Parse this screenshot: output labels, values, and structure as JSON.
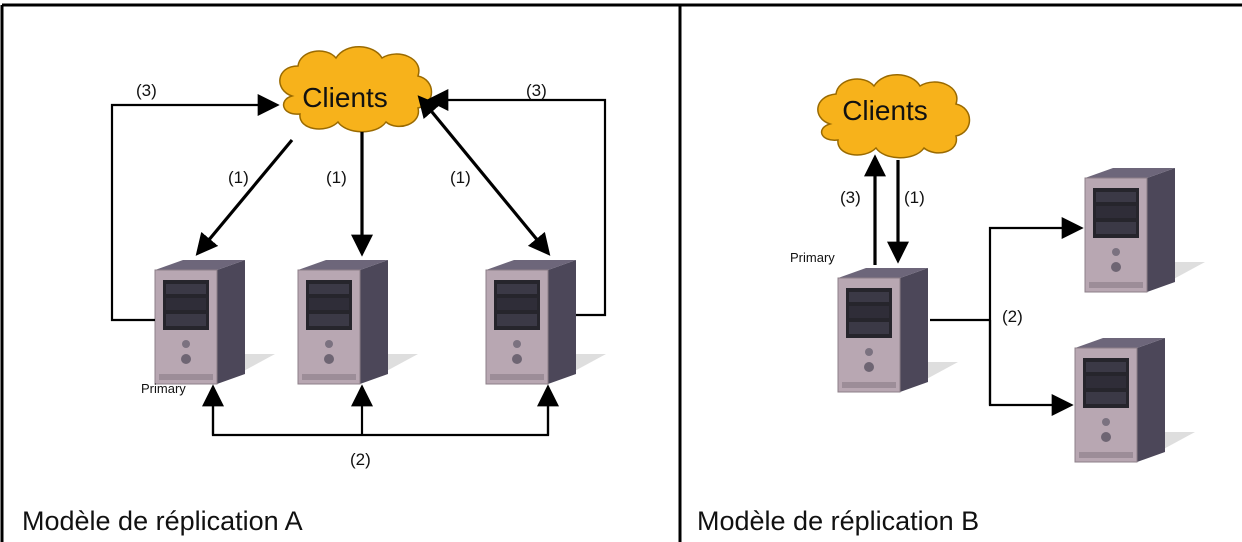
{
  "colors": {
    "cloud_fill": "#f7b21b",
    "cloud_stroke": "#8a5a00",
    "server_front": "#b9a8b3",
    "server_side": "#4f4a5c",
    "server_top": "#6b6478",
    "server_dark": "#222228",
    "shadow": "#d8d8d8",
    "line": "#000000"
  },
  "panel_a": {
    "title": "Modèle de réplication A",
    "cloud_label": "Clients",
    "primary_label": "Primary",
    "labels": {
      "step1_left": "(1)",
      "step1_mid": "(1)",
      "step1_right": "(1)",
      "step2": "(2)",
      "step3_left": "(3)",
      "step3_right": "(3)"
    },
    "servers": [
      "server-a1",
      "server-a2",
      "server-a3"
    ]
  },
  "panel_b": {
    "title": "Modèle de réplication B",
    "cloud_label": "Clients",
    "primary_label": "Primary",
    "labels": {
      "step1": "(1)",
      "step2": "(2)",
      "step3": "(3)"
    },
    "servers": [
      "server-b-primary",
      "server-b2",
      "server-b3"
    ]
  }
}
